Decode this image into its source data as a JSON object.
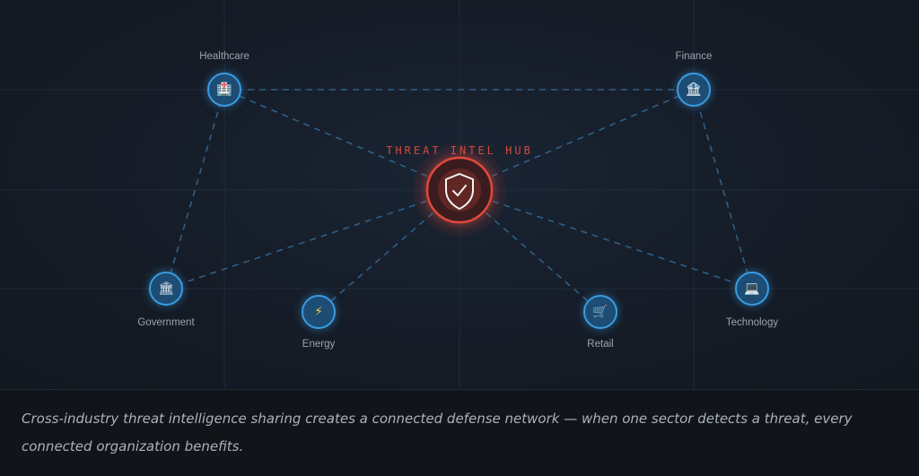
{
  "hub": {
    "title": "THREAT INTEL HUB",
    "icon": "shield-check-icon"
  },
  "nodes": [
    {
      "id": "healthcare",
      "label": "Healthcare",
      "icon": "🏥"
    },
    {
      "id": "finance",
      "label": "Finance",
      "icon": "🏦"
    },
    {
      "id": "government",
      "label": "Government",
      "icon": "🏛"
    },
    {
      "id": "energy",
      "label": "Energy",
      "icon": "⚡"
    },
    {
      "id": "retail",
      "label": "Retail",
      "icon": "🛒"
    },
    {
      "id": "technology",
      "label": "Technology",
      "icon": "💻"
    }
  ],
  "caption": "Cross-industry threat intelligence sharing creates a connected defense network — when one sector detects a threat, every connected organization benefits.",
  "colors": {
    "hub": "#d8483a",
    "node": "#3a9be0",
    "link": "#2f5f86"
  }
}
